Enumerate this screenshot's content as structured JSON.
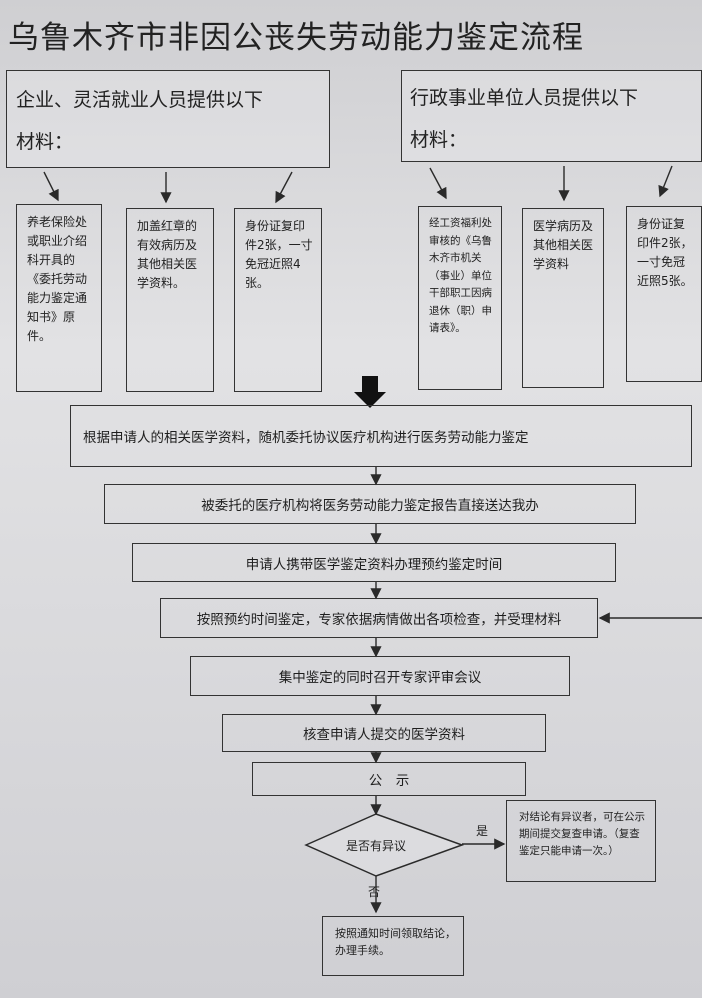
{
  "title": "乌鲁木齐市非因公丧失劳动能力鉴定流程",
  "left_header": {
    "line1": "企业、灵活就业人员提供以下",
    "line2": "材料："
  },
  "right_header": {
    "line1": "行政事业单位人员提供以下",
    "line2": "材料："
  },
  "left_materials": [
    "养老保险处或职业介绍科开具的《委托劳动能力鉴定通知书》原件。",
    "加盖红章的有效病历及其他相关医学资料。",
    "身份证复印件2张，一寸免冠近照4张。"
  ],
  "right_materials": [
    "经工资福利处审核的《乌鲁木齐市机关（事业）单位干部职工因病退休（职）申请表》。",
    "医学病历及其他相关医学资料",
    "身份证复印件2张，一寸免冠近照5张。"
  ],
  "steps": [
    "根据申请人的相关医学资料，随机委托协议医疗机构进行医务劳动能力鉴定",
    "被委托的医疗机构将医务劳动能力鉴定报告直接送达我办",
    "申请人携带医学鉴定资料办理预约鉴定时间",
    "按照预约时间鉴定，专家依据病情做出各项检查，并受理材料",
    "集中鉴定的同时召开专家评审会议",
    "核查申请人提交的医学资料",
    "公　示"
  ],
  "decision": {
    "question": "是否有异议",
    "yes_label": "是",
    "no_label": "否"
  },
  "yes_note": "对结论有异议者，可在公示期间提交复查申请。（复查鉴定只能申请一次。）",
  "final_step": "按照通知时间领取结论，办理手续。"
}
